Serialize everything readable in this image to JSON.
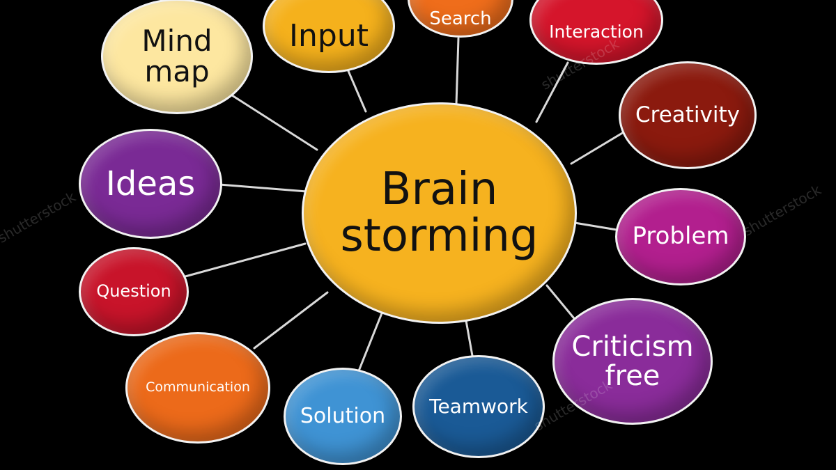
{
  "center": {
    "label_line1": "Brain",
    "label_line2": "storming",
    "color": "#f6b21f"
  },
  "nodes": [
    {
      "id": "mind-map",
      "line1": "Mind",
      "line2": "map",
      "color": "#fde7a0",
      "text": "dark"
    },
    {
      "id": "input",
      "line1": "Input",
      "line2": "",
      "color": "#f5b11c",
      "text": "dark"
    },
    {
      "id": "search",
      "line1": "Search",
      "line2": "",
      "color": "#ef6d1b",
      "text": "light"
    },
    {
      "id": "interaction",
      "line1": "Interaction",
      "line2": "",
      "color": "#d5152b",
      "text": "light"
    },
    {
      "id": "creativity",
      "line1": "Creativity",
      "line2": "",
      "color": "#8b1a0e",
      "text": "light"
    },
    {
      "id": "problem",
      "line1": "Problem",
      "line2": "",
      "color": "#b21f8e",
      "text": "light"
    },
    {
      "id": "criticism-free",
      "line1": "Criticism",
      "line2": "free",
      "color": "#8a2c9a",
      "text": "light"
    },
    {
      "id": "teamwork",
      "line1": "Teamwork",
      "line2": "",
      "color": "#1a5a96",
      "text": "light"
    },
    {
      "id": "solution",
      "line1": "Solution",
      "line2": "",
      "color": "#3f93d4",
      "text": "light"
    },
    {
      "id": "communication",
      "line1": "Communication",
      "line2": "",
      "color": "#ec6a1a",
      "text": "light"
    },
    {
      "id": "question",
      "line1": "Question",
      "line2": "",
      "color": "#c8142a",
      "text": "light"
    },
    {
      "id": "ideas",
      "line1": "Ideas",
      "line2": "",
      "color": "#7a2a95",
      "text": "light"
    }
  ],
  "watermark": "shutterstock"
}
